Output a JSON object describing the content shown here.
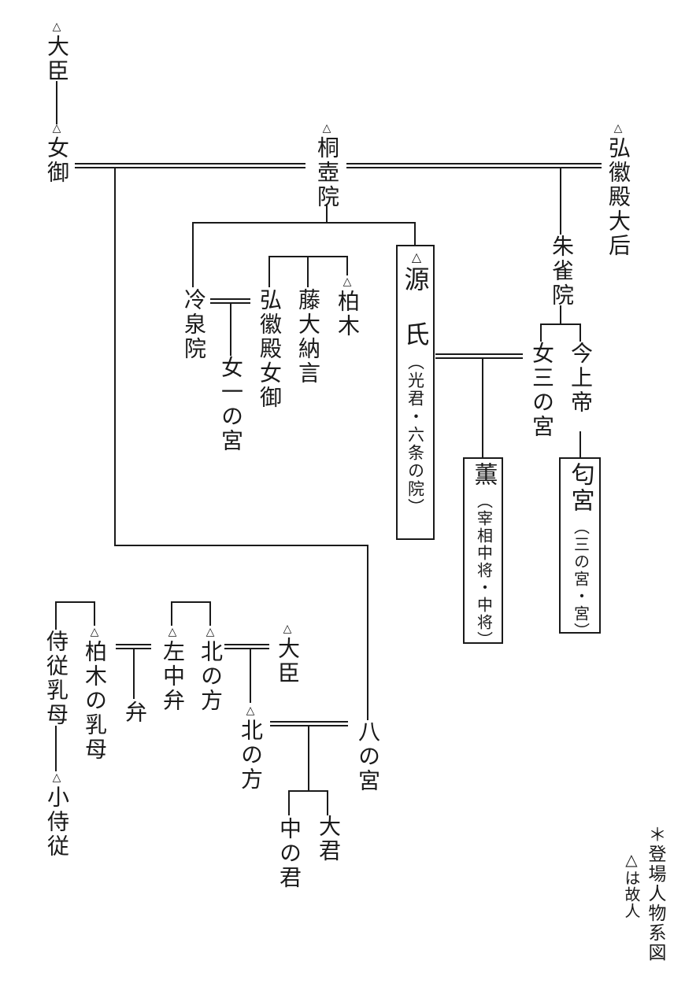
{
  "page": {
    "background": "#ffffff",
    "ink": "#1a1a1a"
  },
  "caption": {
    "title": "＊登場人物系図",
    "legend": "△は故人"
  },
  "persons": {
    "minister_top": "△大臣",
    "nyogo": "△女御",
    "kiritsubo_in": "△桐壺院",
    "kokiden_taigo": "△弘徽殿大后",
    "reizei_in": "冷泉院",
    "onna_ichi_no_miya": "女一の宮",
    "kokiden_nyogo": "弘徽殿女御",
    "to_dainagon": "藤大納言",
    "kashiwagi": "△柏木",
    "genji": {
      "name": "△源　氏",
      "sub": "（光君・六条の院）"
    },
    "suzaku_in": "朱雀院",
    "onna_san_no_miya": "女三の宮",
    "kinjo_tei": "今上帝",
    "kaoru": {
      "name": "薫",
      "sub": "（宰相中将・中将）"
    },
    "niou_miya": {
      "name": "匂宮",
      "sub": "（三の宮・宮）"
    },
    "hachi_no_miya": "八の宮",
    "kita_no_kata_wife": "△北の方",
    "oigimi": "大君",
    "naka_no_kimi": "中の君",
    "jiju_menoto": "侍従乳母",
    "kojiju": "△小侍従",
    "kashiwagi_no_menoto": "△柏木の乳母",
    "ben": "弁",
    "sachuben": "△左中弁",
    "kita_no_kata_mother": "△北の方",
    "minister_bottom": "△大臣"
  }
}
